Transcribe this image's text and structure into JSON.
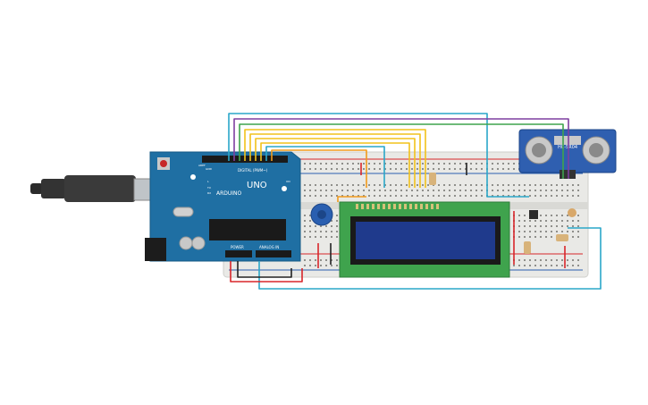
{
  "arduino": {
    "brand": "ARDUINO",
    "model": "UNO",
    "digital_header": "DIGITAL (PWM~)",
    "power_header": "POWER",
    "analog_header": "ANALOG IN",
    "aref": "AREF",
    "gnd": "GND",
    "tx": "TX",
    "rx": "RX",
    "l": "L",
    "on": "ON",
    "board_color": "#1f6fa3"
  },
  "sensor": {
    "model": "HC-SR04",
    "board_color": "#2f5fb0"
  },
  "lcd": {
    "board_color": "#3fa34d",
    "screen_color": "#1f3a8c"
  },
  "wire_colors": {
    "teal": "#2aa7c9",
    "purple": "#7e3fa0",
    "green": "#3fa34d",
    "yellow": "#f2c21b",
    "orange": "#f29b1b",
    "red": "#d8262a",
    "black": "#222222"
  }
}
